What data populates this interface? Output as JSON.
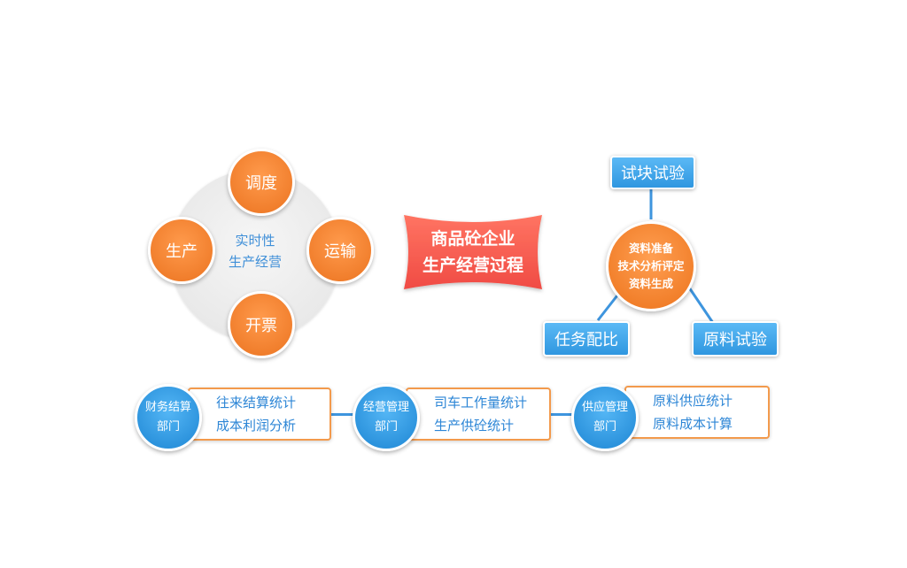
{
  "cycle": {
    "center": {
      "line1": "实时性",
      "line2": "生产经营"
    },
    "nodes": {
      "top": "调度",
      "left": "生产",
      "right": "运输",
      "bottom": "开票"
    }
  },
  "title_banner": {
    "line1": "商品砼企业",
    "line2": "生产经营过程"
  },
  "lab": {
    "hub": {
      "line1": "资料准备",
      "line2": "技术分析评定",
      "line3": "资料生成"
    },
    "top_box": "试块试验",
    "left_box": "任务配比",
    "right_box": "原料试验"
  },
  "departments": [
    {
      "name_line1": "财务结算",
      "name_line2": "部门",
      "items": [
        "往来结算统计",
        "成本利润分析"
      ]
    },
    {
      "name_line1": "经营管理",
      "name_line2": "部门",
      "items": [
        "司车工作量统计",
        "生产供砼统计"
      ]
    },
    {
      "name_line1": "供应管理",
      "name_line2": "部门",
      "items": [
        "原料供应统计",
        "原料成本计算"
      ]
    }
  ],
  "colors": {
    "orange": "#f07d2b",
    "blue": "#2f97e0",
    "banner_top": "#ff6d5e",
    "banner_bottom": "#f2544a"
  }
}
